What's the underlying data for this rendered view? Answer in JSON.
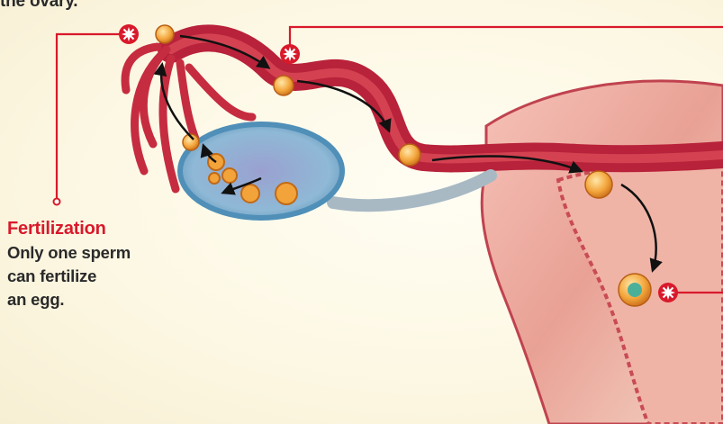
{
  "top_caption": "the ovary.",
  "callout_fertilization": {
    "title": "Fertilization",
    "lines": [
      "Only one sperm",
      "can fertilize",
      "an egg."
    ]
  },
  "icons": [
    "starburst-marker-icon",
    "starburst-marker-icon",
    "starburst-marker-icon"
  ],
  "colors": {
    "callout": "#d9192b",
    "tube": "#c9243a",
    "ovary": "#8fb9d6",
    "egg": "#f2a33a",
    "background": "#fdf8e4"
  }
}
